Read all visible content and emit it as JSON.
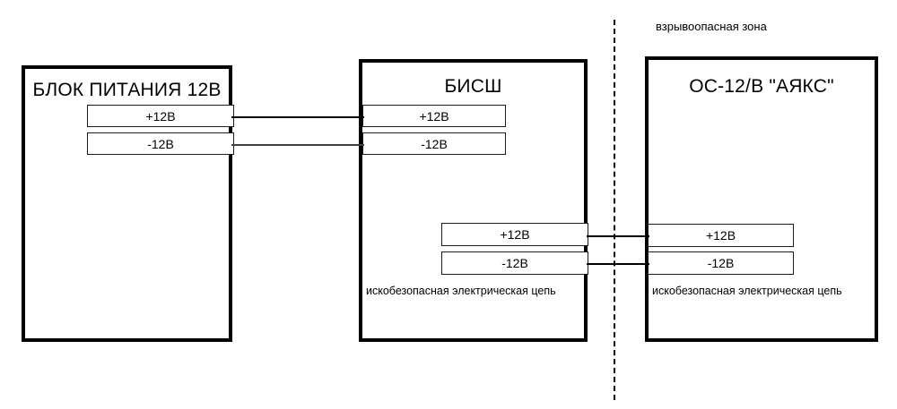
{
  "diagram": {
    "zone_label": "взрывоопасная зона",
    "units": [
      {
        "id": "power-supply",
        "title": "БЛОК ПИТАНИЯ 12В",
        "terminals_upper": [
          {
            "label": "+12В"
          },
          {
            "label": "-12В"
          }
        ]
      },
      {
        "id": "bish",
        "title": "БИСШ",
        "terminals_upper": [
          {
            "label": "+12В"
          },
          {
            "label": "-12В"
          }
        ],
        "terminals_lower": [
          {
            "label": "+12В"
          },
          {
            "label": "-12В"
          }
        ],
        "caption": "искобезопасная электрическая цепь"
      },
      {
        "id": "os-12v-ayaks",
        "title": "ОС-12/В \"АЯКС\"",
        "terminals_lower": [
          {
            "label": "+12В"
          },
          {
            "label": "-12В"
          }
        ],
        "caption": "искобезопасная электрическая цепь"
      }
    ],
    "colors": {
      "line": "#000000",
      "background": "#ffffff"
    }
  }
}
